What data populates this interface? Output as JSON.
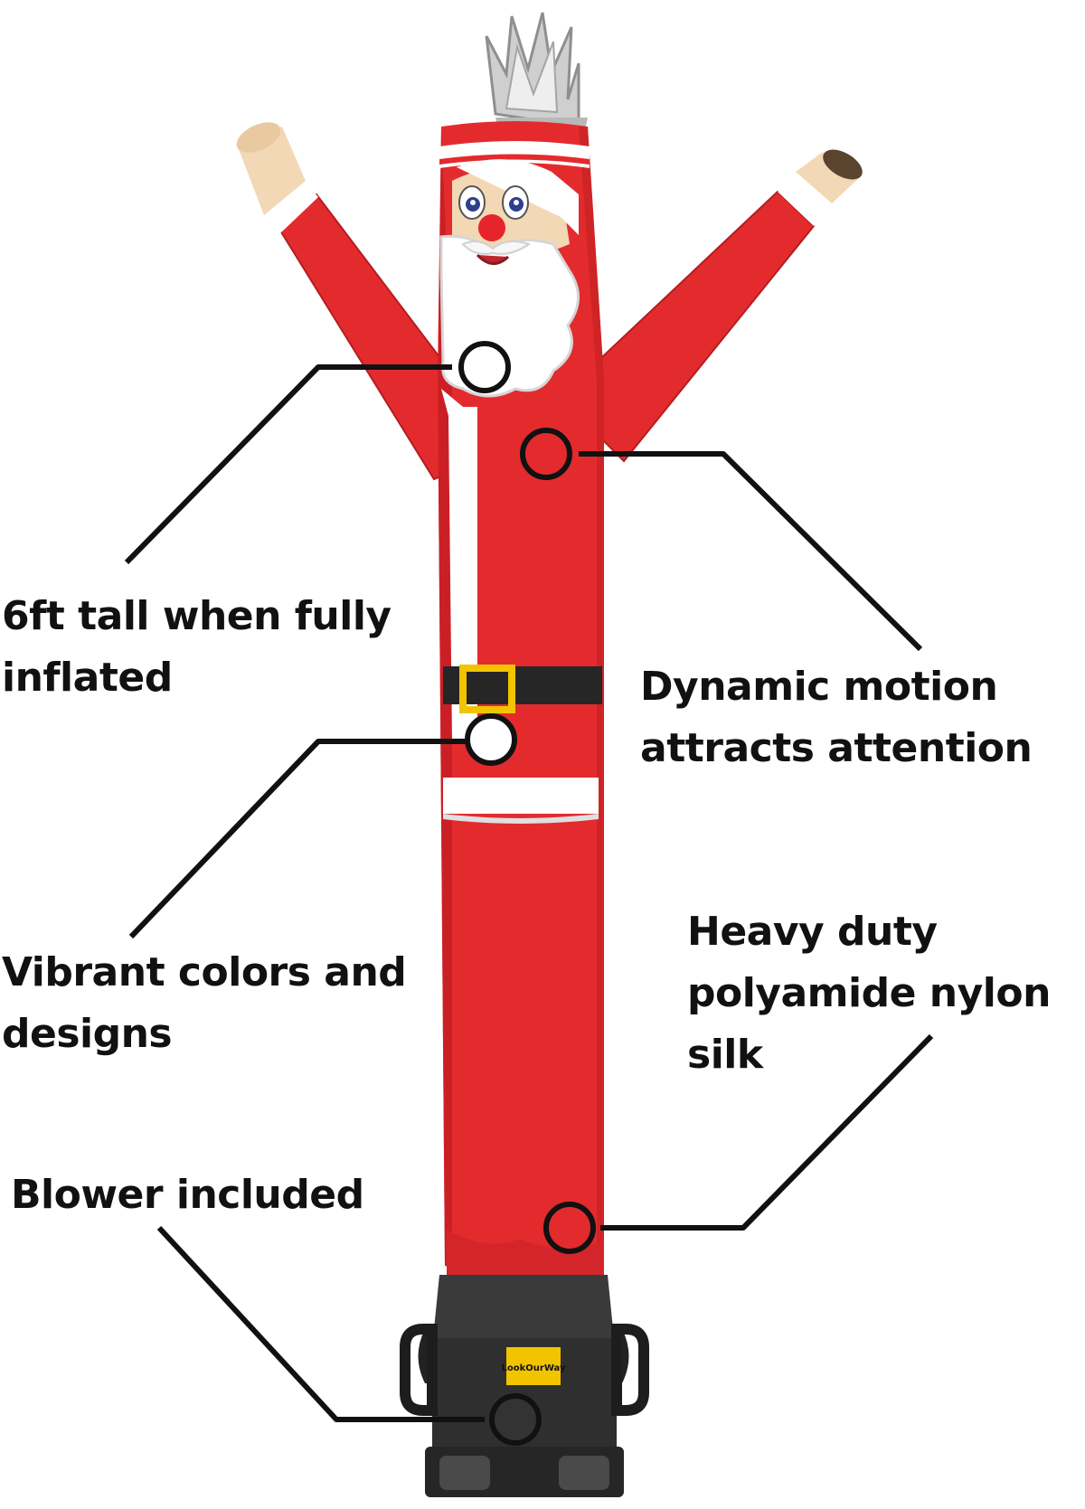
{
  "callouts": {
    "height": {
      "line1": "6ft tall when fully",
      "line2": "inflated"
    },
    "motion": {
      "line1": "Dynamic motion",
      "line2": "attracts attention"
    },
    "colors": {
      "line1": "Vibrant colors and",
      "line2": "designs"
    },
    "material": {
      "line1": "Heavy duty",
      "line2": "polyamide nylon",
      "line3": "silk"
    },
    "blower": {
      "line1": "Blower included"
    }
  },
  "blower_brand": "LookOurWay",
  "colors": {
    "suit_red": "#e32b2e",
    "suit_shadow": "#bf1d22",
    "fur_white": "#ffffff",
    "belt_black": "#262626",
    "buckle_gold": "#f2c400",
    "skin": "#f3d8b5",
    "nose_red": "#e5252b",
    "eye_blue": "#2d3f8f",
    "blower_dark": "#3a3a3a",
    "streamer_silver": "#c9c9c9",
    "callout_line": "#111111"
  }
}
